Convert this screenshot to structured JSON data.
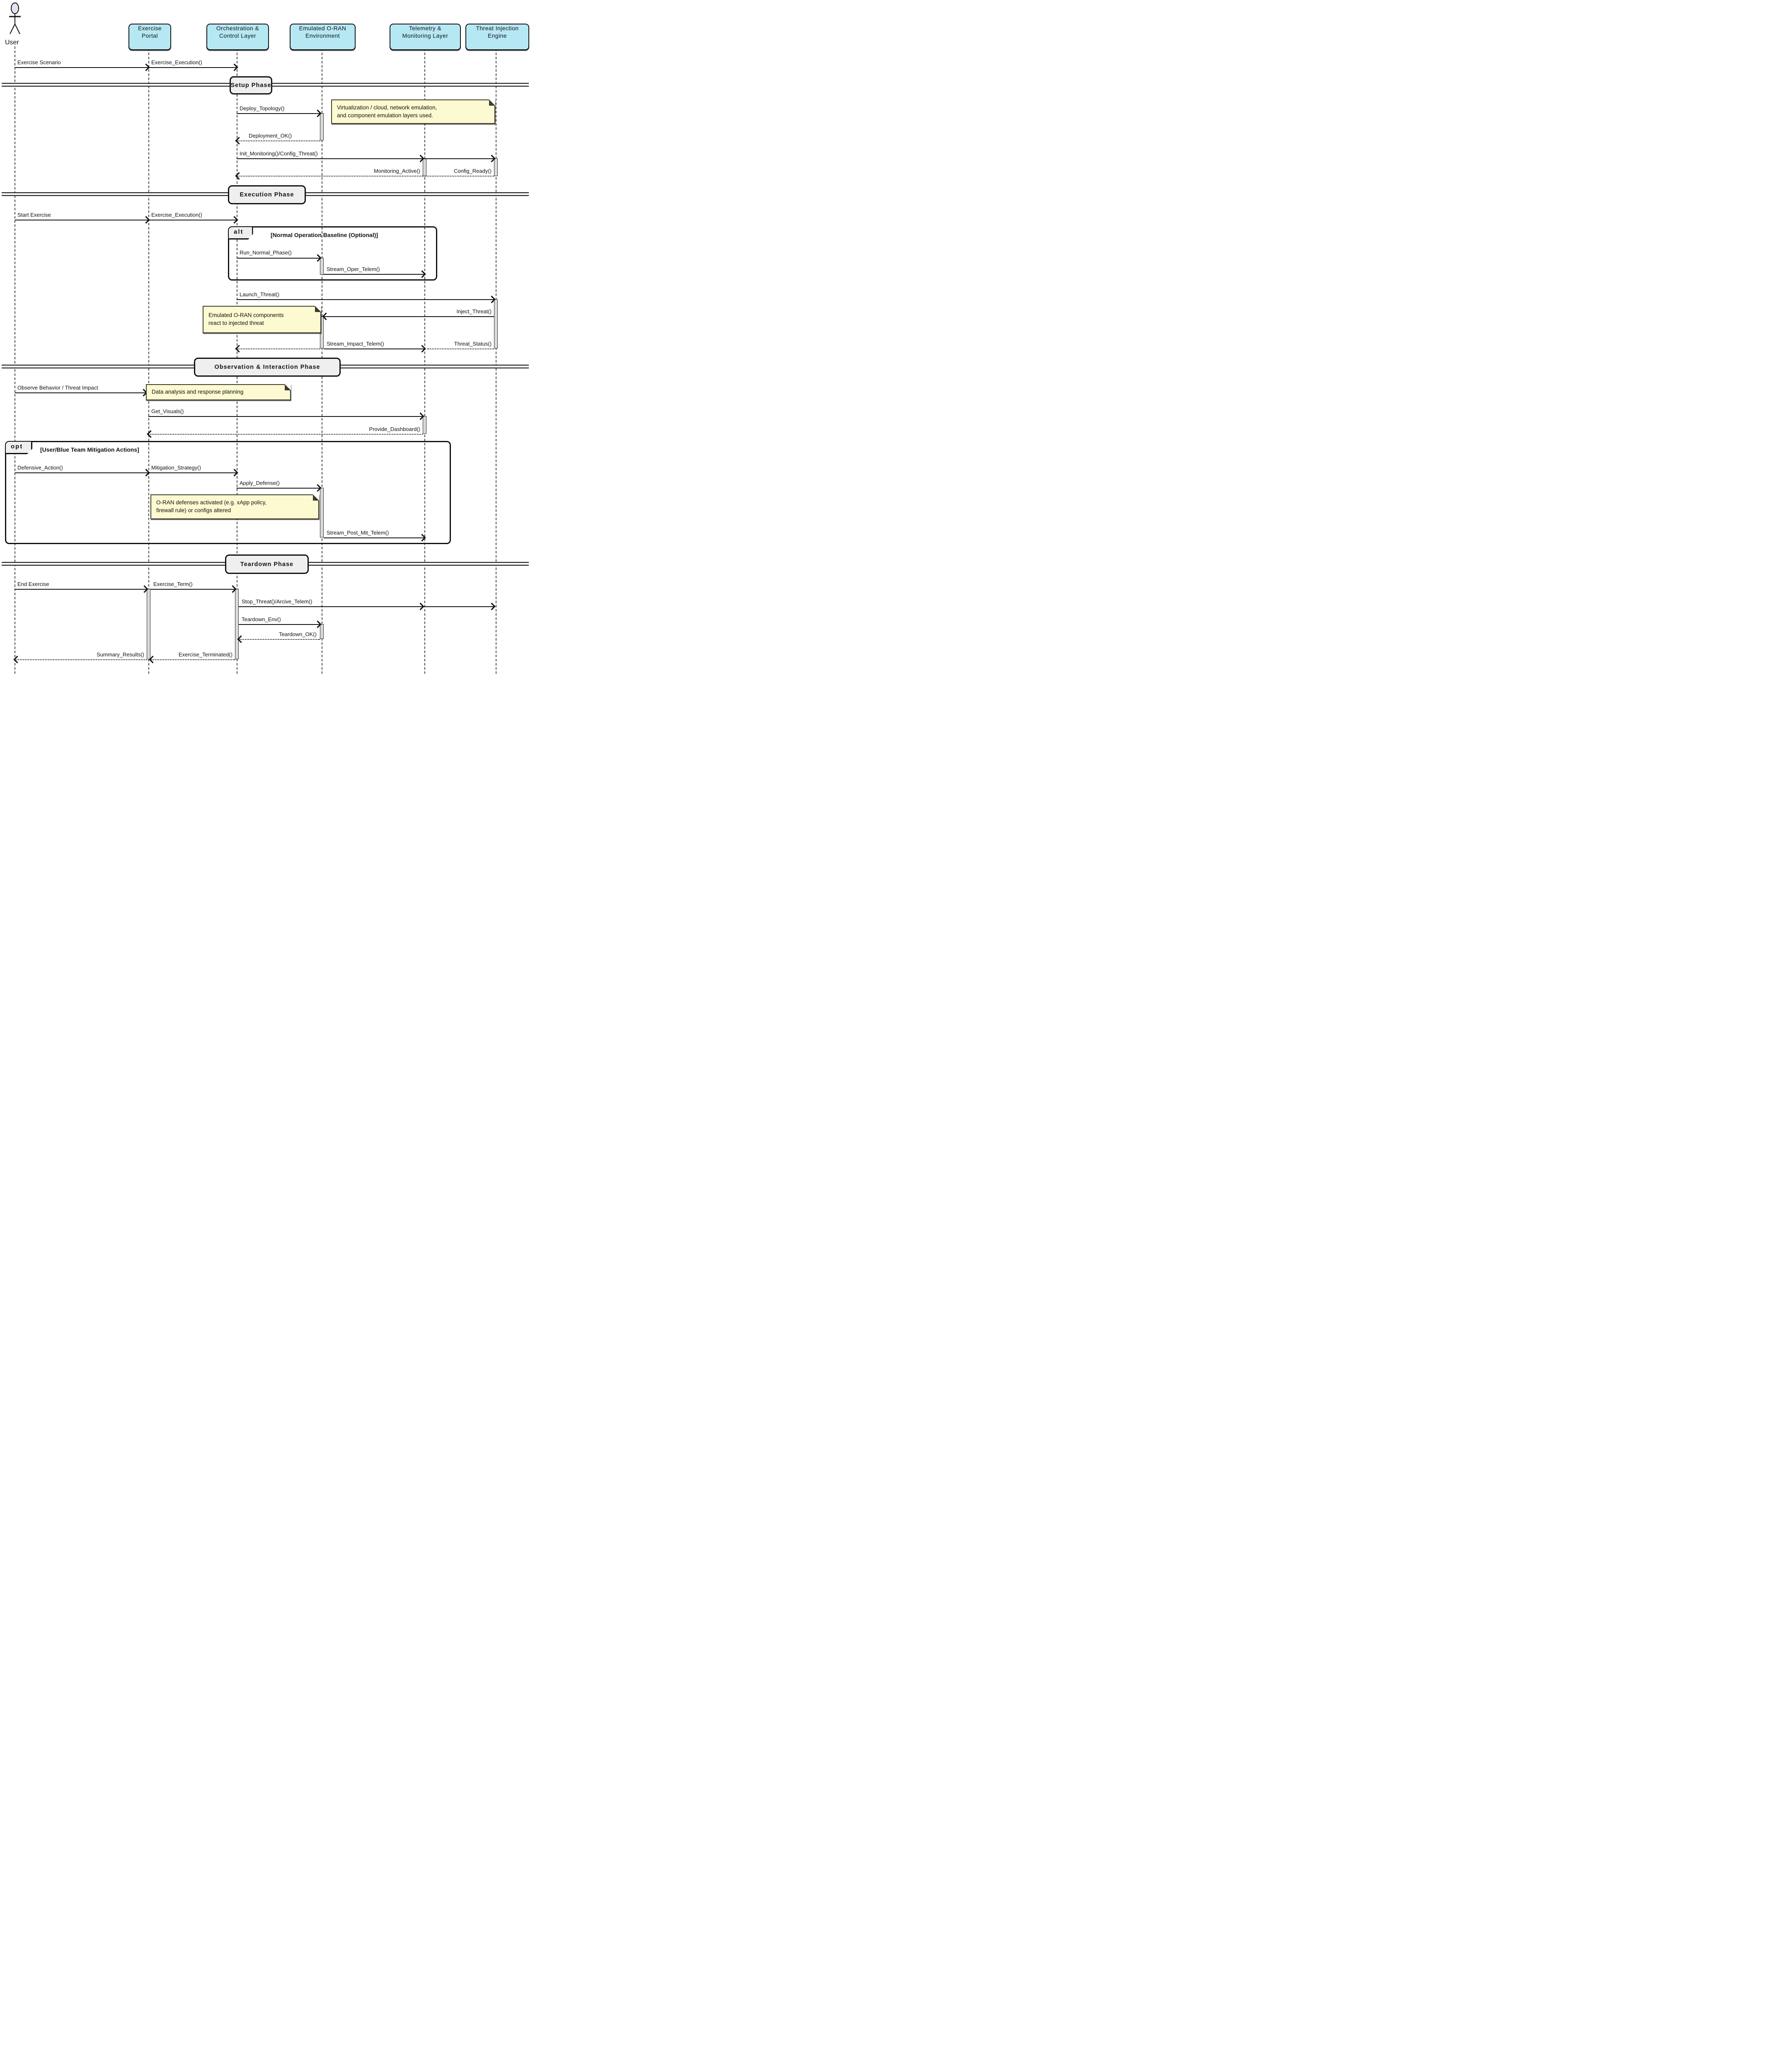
{
  "diagram_type": "uml-sequence-diagram",
  "actor": {
    "name": "User"
  },
  "participants": [
    {
      "id": "portal",
      "label": "Exercise\nPortal"
    },
    {
      "id": "orchestration",
      "label": "Orchestration &\nControl Layer"
    },
    {
      "id": "emulated",
      "label": "Emulated O-RAN\nEnvironment"
    },
    {
      "id": "telemetry",
      "label": "Telemetry &\nMonitoring Layer"
    },
    {
      "id": "threat",
      "label": "Threat Injection\nEngine"
    }
  ],
  "dividers": {
    "setup": "Setup Phase",
    "execution": "Execution Phase",
    "observation": "Observation & Interaction Phase",
    "teardown": "Teardown Phase"
  },
  "frames": {
    "alt": {
      "operator": "alt",
      "condition": "[Normal Operation Baseline (Optional)]"
    },
    "opt": {
      "operator": "opt",
      "condition": "[User/Blue Team Mitigation Actions]"
    }
  },
  "messages": {
    "exercise_scenario": "Exercise Scenario",
    "exercise_execution_1": "Exercise_Execution()",
    "deploy_topology": "Deploy_Topology()",
    "deployment_ok": "Deployment_OK()",
    "init_monitoring": "Init_Monitoring()/Config_Threat()",
    "monitoring_active": "Monitoring_Active()",
    "config_ready": "Config_Ready()",
    "start_exercise": "Start Exercise",
    "exercise_execution_2": "Exercise_Execution()",
    "run_normal_phase": "Run_Normal_Phase()",
    "stream_oper_telem": "Stream_Oper_Telem()",
    "launch_threat": "Launch_Threat()",
    "inject_threat": "Inject_Threat()",
    "stream_impact_telem": "Stream_Impact_Telem()",
    "threat_status": "Threat_Status()",
    "observe_behavior": "Observe Behavior / Threat Impact",
    "get_visuals": "Get_Visuals()",
    "provide_dashboard": "Provide_Dashboard()",
    "defensive_action": "Defensive_Action()",
    "mitigation_strategy": "Mitigation_Strategy()",
    "apply_defense": "Apply_Defense()",
    "stream_post_mit_telem": "Stream_Post_Mit_Telem()",
    "end_exercise": "End Exercise",
    "exercise_term": "Exercise_Term()",
    "stop_threat_archive": "Stop_Threat()/Arcive_Telem()",
    "teardown_env": "Teardown_Env()",
    "teardown_ok": "Teardown_OK()",
    "summary_results": "Summary_Results()",
    "exercise_terminated": "Exercise_Terminated()"
  },
  "notes": {
    "setup_note": "Virtualization / cloud, network emulation,\nand component emulation layers used.",
    "threat_note": "Emulated O-RAN components\nreact to injected threat",
    "analysis_note": "Data analysis and response planning",
    "defense_note": "O-RAN defenses activated (e.g. xApp policy,\nfirewall rule) or configs altered"
  },
  "colors": {
    "participant_fill": "#B6E8F4",
    "note_fill": "#FDFAD1",
    "divider_fill": "#EFEFEF",
    "activation_fill": "#D9D9D9",
    "line": "#111111",
    "background": "#FFFFFF"
  }
}
